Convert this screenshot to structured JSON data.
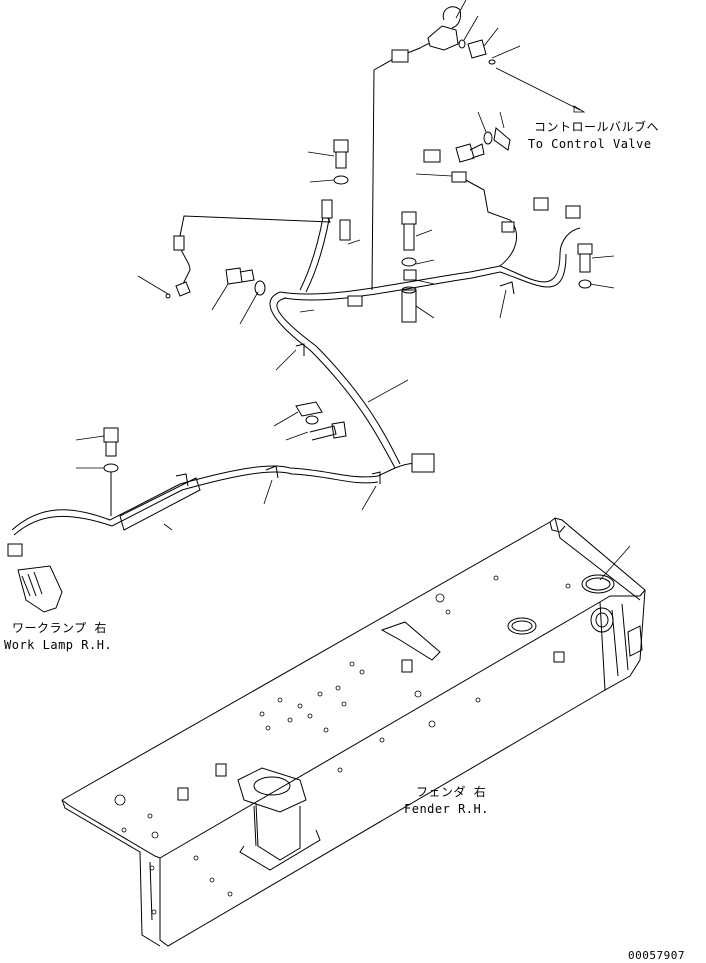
{
  "labels": {
    "control_valve_jp": "コントロールバルブヘ",
    "control_valve_en": "To Control Valve",
    "work_lamp_jp": "ワークランプ 右",
    "work_lamp_en": "Work Lamp R.H.",
    "fender_jp": "フェンダ 右",
    "fender_en": "Fender R.H.",
    "drawing_number": "00057907"
  }
}
